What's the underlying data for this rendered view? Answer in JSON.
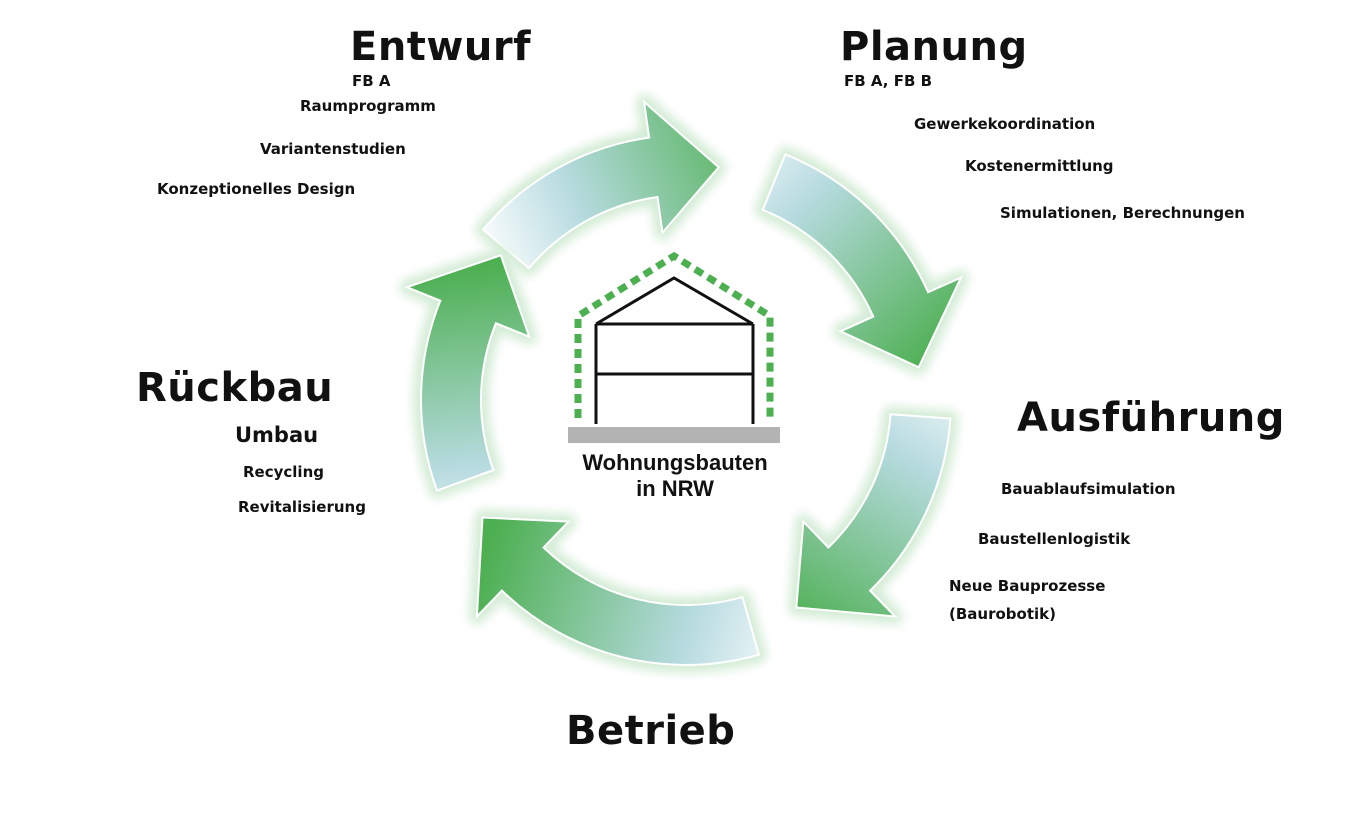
{
  "center": {
    "line1": "Wohnungsbauten",
    "line2": "in NRW"
  },
  "phases": {
    "entwurf": {
      "title": "Entwurf",
      "tag": "FB A",
      "items": [
        "Raumprogramm",
        "Variantenstudien",
        "Konzeptionelles Design"
      ]
    },
    "planung": {
      "title": "Planung",
      "tag": "FB A, FB B",
      "items": [
        "Gewerkekoordination",
        "Kostenermittlung",
        "Simulationen, Berechnungen"
      ]
    },
    "ausfuehrung": {
      "title": "Ausführung",
      "items": [
        "Bauablaufsimulation",
        "Baustellenlogistik",
        "Neue Bauprozesse",
        "(Baurobotik)"
      ]
    },
    "betrieb": {
      "title": "Betrieb"
    },
    "rueckbau": {
      "title": "Rückbau",
      "items": [
        "Umbau",
        "Recycling",
        "Revitalisierung"
      ]
    }
  },
  "colors": {
    "green": "#4caf50",
    "blue": "#8ec7d4",
    "glow": "#d4ecd6",
    "ink": "#111111",
    "ground": "#b3b3b3"
  }
}
